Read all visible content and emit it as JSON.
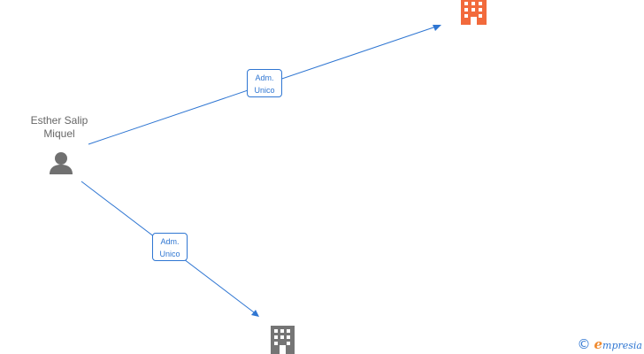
{
  "person": {
    "name_line1": "Esther Salip",
    "name_line2": "Miquel"
  },
  "edges": [
    {
      "role_line1": "Adm.",
      "role_line2": "Unico",
      "to": "company-top"
    },
    {
      "role_line1": "Adm.",
      "role_line2": "Unico",
      "to": "company-bottom"
    }
  ],
  "colors": {
    "edge": "#2f76d2",
    "person_icon": "#707070",
    "company_highlight": "#f26a3c",
    "company_default": "#757575",
    "watermark": "#2f76d2"
  },
  "icons": {
    "person": "person-icon",
    "company": "building-icon"
  },
  "watermark": {
    "copyright_symbol": "©",
    "brand_initial": "e",
    "brand_rest": "mpresia"
  }
}
